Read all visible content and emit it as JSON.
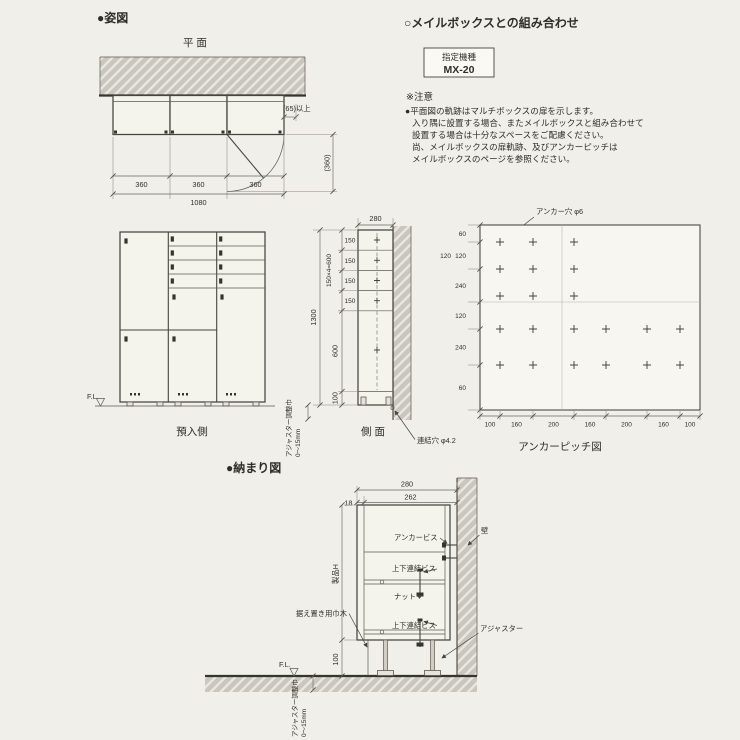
{
  "colors": {
    "bg": "#f0efe9",
    "paper": "#f4f3ec",
    "line": "#45443f",
    "hatch": "#c9c6bd"
  },
  "header": {
    "appearance_title": "●姿図",
    "combination_title": "○メイルボックスとの組み合わせ",
    "model_label": "指定機種",
    "model_value": "MX-20",
    "notes_title": "※注意",
    "notes": [
      "●平面図の軌跡はマルチボックスの扉を示します。",
      "入り隅に設置する場合、またメイルボックスと組み合わせて",
      "設置する場合は十分なスペースをご配慮ください。",
      "尚、メイルボックスの扉軌跡、及びアンカーピッチは",
      "メイルボックスのページを参照ください。"
    ]
  },
  "plan": {
    "title": "平 面",
    "clearance": "(65)以上",
    "door_swing": "(360)",
    "w1": "360",
    "w2": "360",
    "w3": "360",
    "total_w": "1080"
  },
  "elevation": {
    "fl": "F.L.",
    "caption": "預入側"
  },
  "side": {
    "depth": "280",
    "height_total": "1300",
    "rows_note": "150×4=600",
    "rows": [
      "150",
      "150",
      "150",
      "150"
    ],
    "lower": "600",
    "base": "100",
    "adjuster_line1": "アジャスター調整巾",
    "adjuster_line2": "0〜15mm",
    "hole": "連結穴 φ4.2",
    "caption": "側 面"
  },
  "anchor": {
    "hole": "アンカー穴 φ6",
    "caption": "アンカーピッチ図",
    "left": [
      "60",
      "120",
      "240",
      "120",
      "240",
      "60"
    ],
    "left_extra": "120",
    "bottom": [
      "100",
      "160",
      "200",
      "160",
      "200",
      "160",
      "100"
    ]
  },
  "detail": {
    "title": "●納まり図",
    "depth": "280",
    "front": "18",
    "inner": "262",
    "wall": "壁",
    "anchor_screw": "アンカービス",
    "joint_screw": "上下連結ビス",
    "nut": "ナット",
    "base_skirt": "据え置き用巾木",
    "joint_screw2": "上下連結ビス",
    "adjuster": "アジャスター",
    "fl": "F.L.",
    "product_h": "製品H",
    "base_h": "100",
    "adjuster_line1": "アジャスター調整巾",
    "adjuster_line2": "0〜15mm"
  }
}
